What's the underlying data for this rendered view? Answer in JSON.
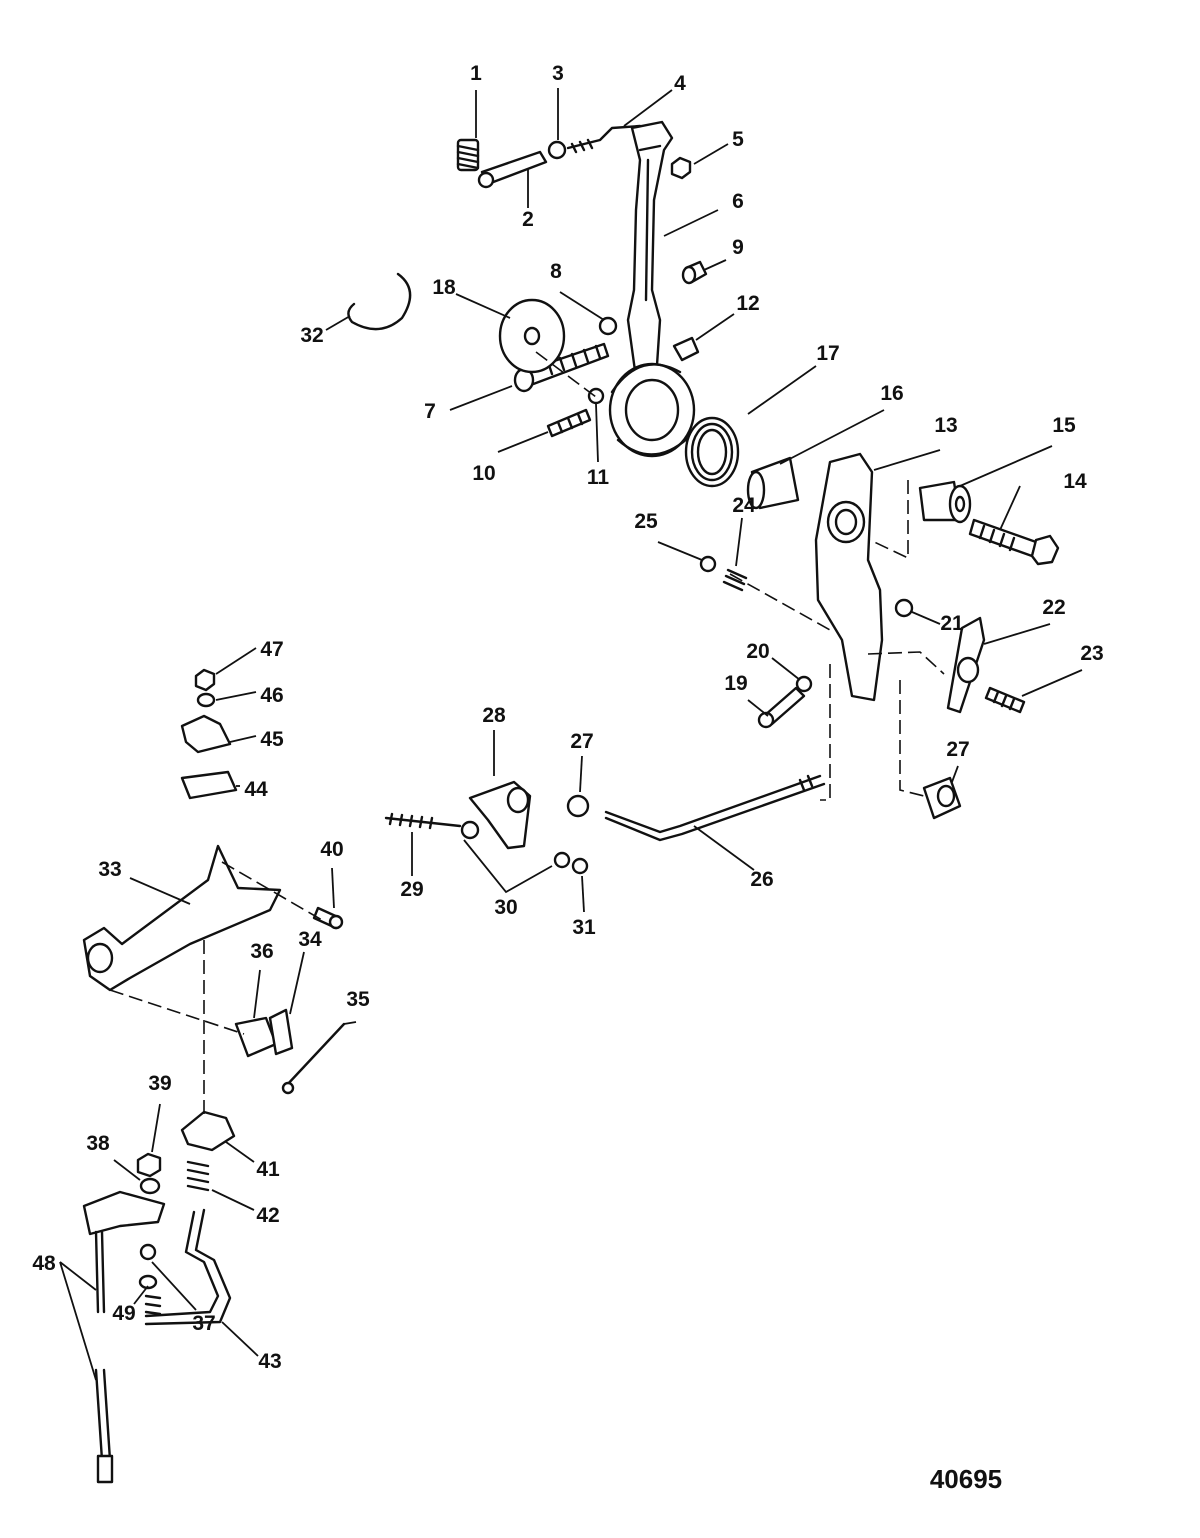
{
  "figure_number": "40695",
  "callouts": [
    {
      "id": "c1",
      "text": "1"
    },
    {
      "id": "c2",
      "text": "2"
    },
    {
      "id": "c3",
      "text": "3"
    },
    {
      "id": "c4",
      "text": "4"
    },
    {
      "id": "c5",
      "text": "5"
    },
    {
      "id": "c6",
      "text": "6"
    },
    {
      "id": "c7",
      "text": "7"
    },
    {
      "id": "c8",
      "text": "8"
    },
    {
      "id": "c9",
      "text": "9"
    },
    {
      "id": "c10",
      "text": "10"
    },
    {
      "id": "c11",
      "text": "11"
    },
    {
      "id": "c12",
      "text": "12"
    },
    {
      "id": "c13",
      "text": "13"
    },
    {
      "id": "c14",
      "text": "14"
    },
    {
      "id": "c15",
      "text": "15"
    },
    {
      "id": "c16",
      "text": "16"
    },
    {
      "id": "c17",
      "text": "17"
    },
    {
      "id": "c18",
      "text": "18"
    },
    {
      "id": "c19",
      "text": "19"
    },
    {
      "id": "c20",
      "text": "20"
    },
    {
      "id": "c21",
      "text": "21"
    },
    {
      "id": "c22",
      "text": "22"
    },
    {
      "id": "c23",
      "text": "23"
    },
    {
      "id": "c24",
      "text": "24"
    },
    {
      "id": "c25",
      "text": "25"
    },
    {
      "id": "c26",
      "text": "26"
    },
    {
      "id": "c27a",
      "text": "27"
    },
    {
      "id": "c27b",
      "text": "27"
    },
    {
      "id": "c28",
      "text": "28"
    },
    {
      "id": "c29",
      "text": "29"
    },
    {
      "id": "c30",
      "text": "30"
    },
    {
      "id": "c31",
      "text": "31"
    },
    {
      "id": "c32",
      "text": "32"
    },
    {
      "id": "c33",
      "text": "33"
    },
    {
      "id": "c34",
      "text": "34"
    },
    {
      "id": "c35",
      "text": "35"
    },
    {
      "id": "c36",
      "text": "36"
    },
    {
      "id": "c37",
      "text": "37"
    },
    {
      "id": "c38",
      "text": "38"
    },
    {
      "id": "c39",
      "text": "39"
    },
    {
      "id": "c40",
      "text": "40"
    },
    {
      "id": "c41",
      "text": "41"
    },
    {
      "id": "c42",
      "text": "42"
    },
    {
      "id": "c43",
      "text": "43"
    },
    {
      "id": "c44",
      "text": "44"
    },
    {
      "id": "c45",
      "text": "45"
    },
    {
      "id": "c46",
      "text": "46"
    },
    {
      "id": "c47",
      "text": "47"
    },
    {
      "id": "c48",
      "text": "48"
    },
    {
      "id": "c49",
      "text": "49"
    }
  ]
}
